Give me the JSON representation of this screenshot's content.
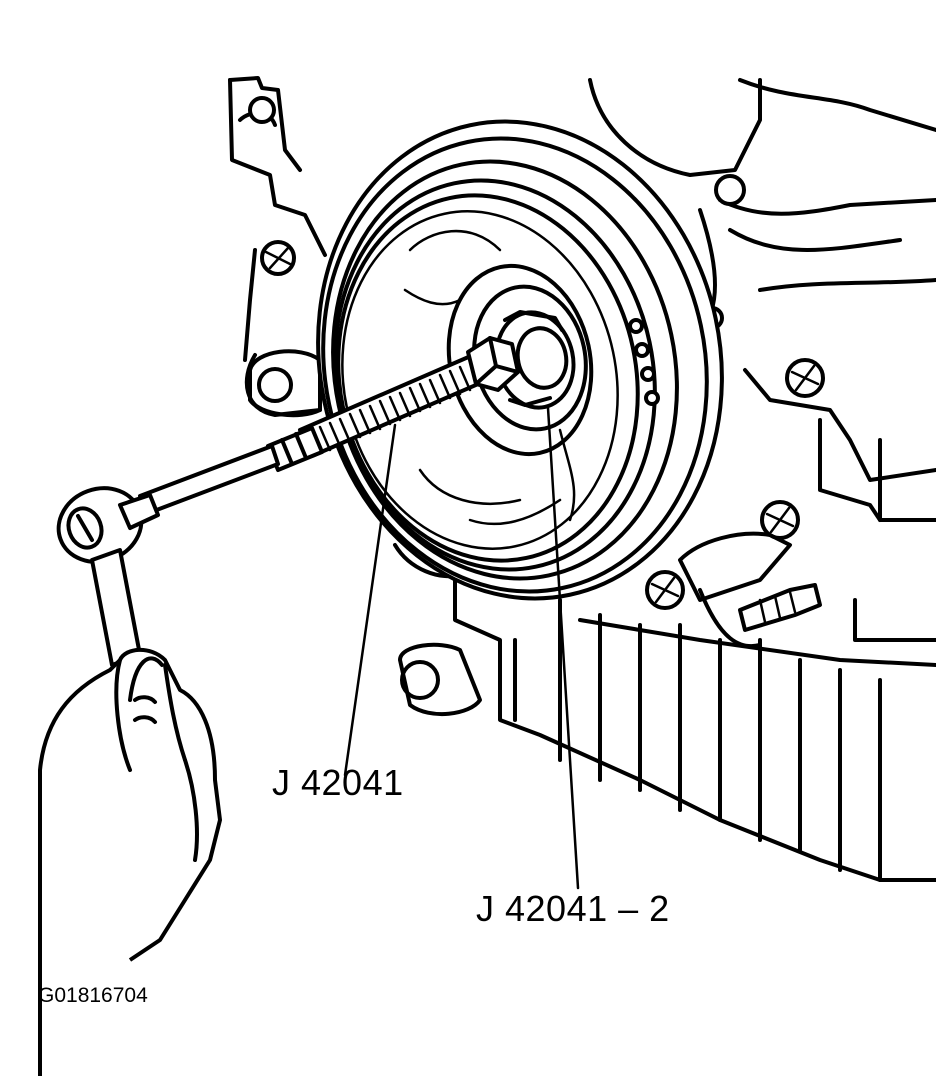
{
  "callouts": [
    {
      "id": "tool-body",
      "label": "J 42041"
    },
    {
      "id": "tool-adapter",
      "label": "J 42041 – 2"
    }
  ],
  "figure_id": "G01816704",
  "colors": {
    "ink": "#000000",
    "paper": "#ffffff"
  }
}
